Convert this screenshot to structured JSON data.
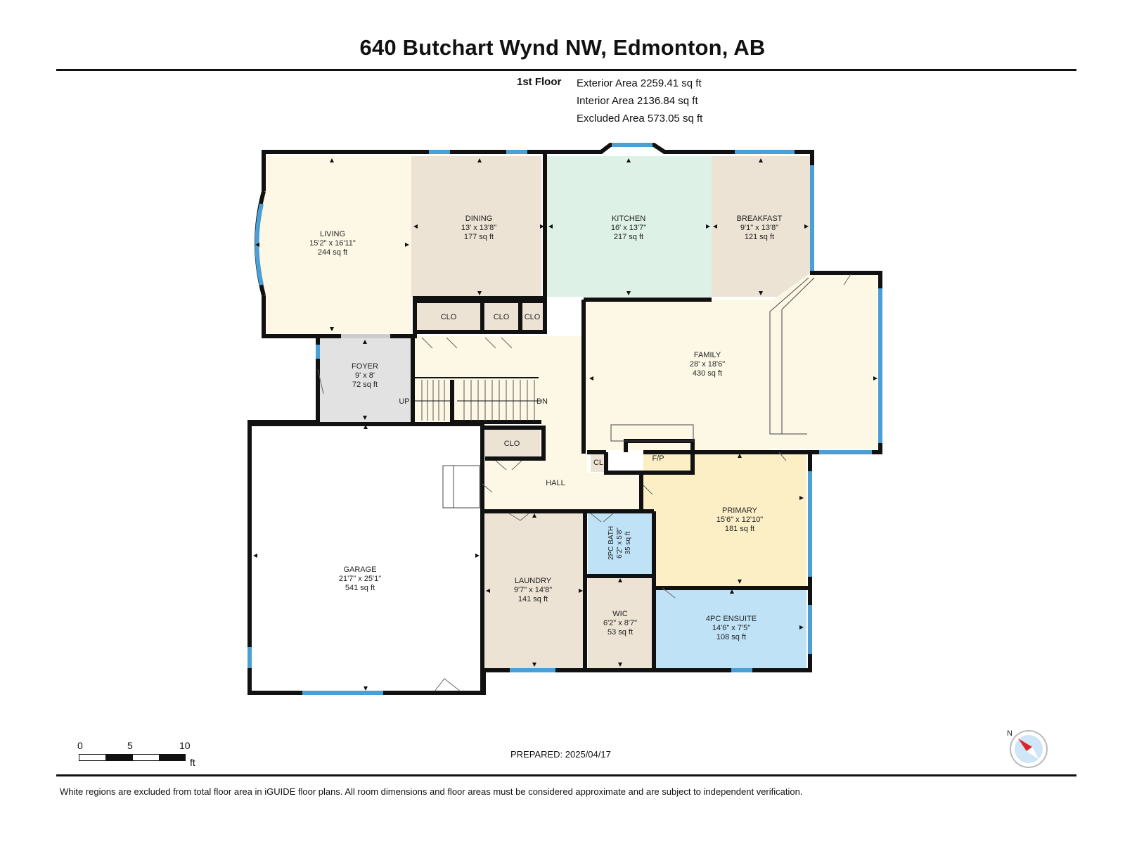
{
  "header": {
    "title": "640 Butchart Wynd NW, Edmonton, AB"
  },
  "floor_info": {
    "floor_label": "1st Floor",
    "exterior": "Exterior Area 2259.41 sq ft",
    "interior": "Interior Area 2136.84 sq ft",
    "excluded": "Excluded Area 573.05 sq ft"
  },
  "rooms": {
    "living": {
      "name": "LIVING",
      "dims": "15'2\" x 16'11\"",
      "area": "244 sq ft"
    },
    "dining": {
      "name": "DINING",
      "dims": "13' x 13'8\"",
      "area": "177 sq ft"
    },
    "kitchen": {
      "name": "KITCHEN",
      "dims": "16' x 13'7\"",
      "area": "217 sq ft"
    },
    "breakfast": {
      "name": "BREAKFAST",
      "dims": "9'1\" x 13'8\"",
      "area": "121 sq ft"
    },
    "foyer": {
      "name": "FOYER",
      "dims": "9' x 8'",
      "area": "72 sq ft"
    },
    "family": {
      "name": "FAMILY",
      "dims": "28' x 18'6\"",
      "area": "430 sq ft"
    },
    "garage": {
      "name": "GARAGE",
      "dims": "21'7\" x 25'1\"",
      "area": "541 sq ft"
    },
    "primary": {
      "name": "PRIMARY",
      "dims": "15'6\" x 12'10\"",
      "area": "181 sq ft"
    },
    "laundry": {
      "name": "LAUNDRY",
      "dims": "9'7\" x 14'8\"",
      "area": "141 sq ft"
    },
    "bath2": {
      "name": "2PC BATH",
      "dims": "6'2\" x 5'8\"",
      "area": "35 sq ft"
    },
    "wic": {
      "name": "WIC",
      "dims": "6'2\" x 8'7\"",
      "area": "53 sq ft"
    },
    "ensuite": {
      "name": "4PC ENSUITE",
      "dims": "14'6\" x 7'5\"",
      "area": "108 sq ft"
    }
  },
  "labels": {
    "clo": "CLO",
    "cl": "CL",
    "fp": "F/P",
    "hall": "HALL",
    "up": "UP",
    "dn": "DN"
  },
  "scale": {
    "t0": "0",
    "t5": "5",
    "t10": "10",
    "unit": "ft"
  },
  "compass": {
    "north": "N"
  },
  "prepared": "PREPARED: 2025/04/17",
  "footer": "White regions are excluded from total floor area in iGUIDE floor plans. All room dimensions and floor areas must be considered approximate and are subject to independent verification.",
  "colors": {
    "wall": "#111111",
    "window": "#4a9fd6",
    "living": "#fdf8e6",
    "dining": "#ede3d4",
    "kitchen": "#ddf1e7",
    "breakfast": "#ede3d4",
    "foyer": "#e2e2e2",
    "family": "#fdf8e6",
    "primary": "#fcefc6",
    "laundry": "#ede3d4",
    "bath": "#bfe2f7",
    "wic": "#ede3d4",
    "clo": "#ede3d4"
  }
}
